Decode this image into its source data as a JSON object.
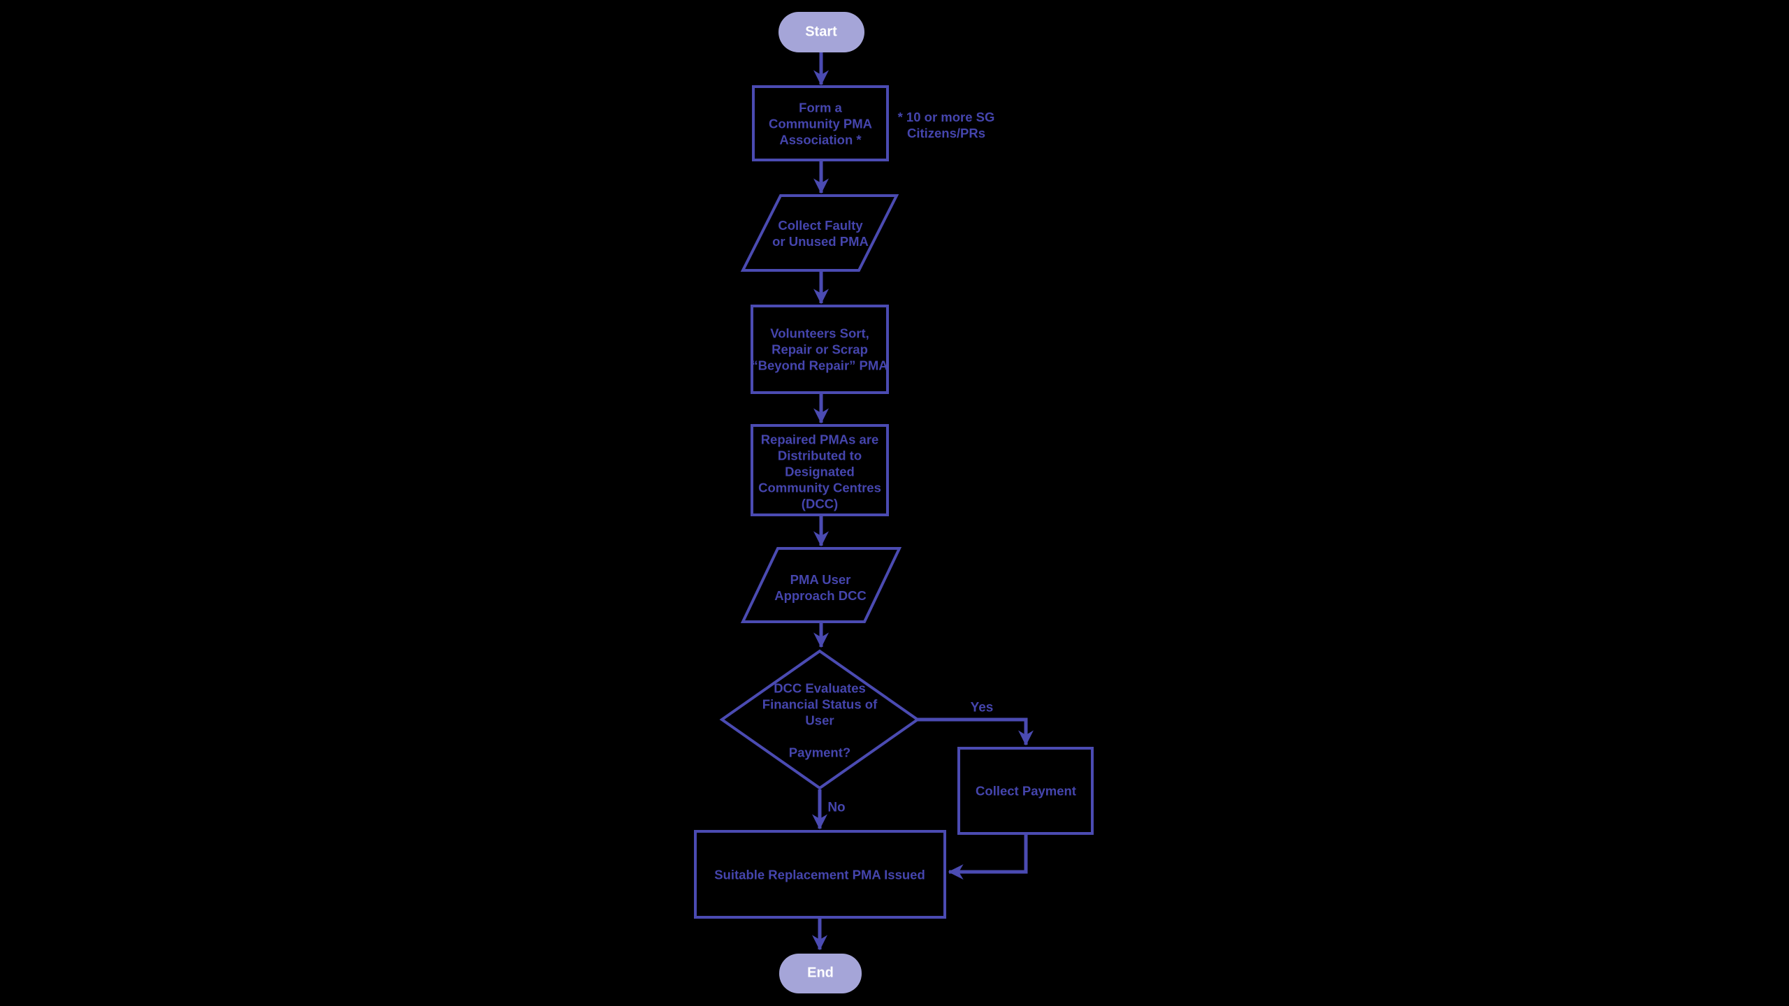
{
  "canvas": {
    "background": "#000000"
  },
  "colors": {
    "stroke": "#4B4BB2",
    "text": "#4545AD",
    "terminal_fill": "#A5A5D8",
    "terminal_text": "#FFFFFF",
    "background": "#000000"
  },
  "flowchart": {
    "nodes": {
      "start": {
        "type": "terminal",
        "label": "Start"
      },
      "form_association": {
        "type": "process",
        "label": "Form a\nCommunity PMA\nAssociation *"
      },
      "association_note": {
        "type": "annotation",
        "label": "* 10 or more SG\nCitizens/PRs"
      },
      "collect_faulty_pma": {
        "type": "input-output",
        "label": "Collect Faulty\nor Unused PMA"
      },
      "volunteers_sort": {
        "type": "process",
        "label": "Volunteers Sort,\nRepair or Scrap\n“Beyond Repair” PMA"
      },
      "distribute_repaired": {
        "type": "process",
        "label": "Repaired PMAs are\nDistributed to\nDesignated\nCommunity Centres\n(DCC)"
      },
      "user_approach_dcc": {
        "type": "input-output",
        "label": "PMA User\nApproach DCC"
      },
      "evaluate_payment": {
        "type": "decision",
        "label": "DCC Evaluates\nFinancial Status of\nUser\n\nPayment?"
      },
      "collect_payment": {
        "type": "process",
        "label": "Collect Payment"
      },
      "issue_replacement": {
        "type": "process",
        "label": "Suitable Replacement PMA Issued"
      },
      "end": {
        "type": "terminal",
        "label": "End"
      }
    },
    "edge_labels": {
      "yes": "Yes",
      "no": "No"
    }
  }
}
